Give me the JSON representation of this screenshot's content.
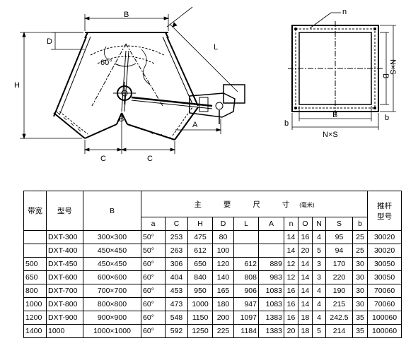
{
  "diagram_labels": {
    "dim_b_top": "B",
    "dim_d": "D",
    "dim_h": "H",
    "angle": "60°",
    "dim_l": "L",
    "dim_b_mid": "B",
    "dim_a": "A",
    "dim_c_left": "C",
    "dim_c_right": "C",
    "plan_n": "n",
    "plan_b_bottom": "B",
    "plan_b_right": "B",
    "plan_nxs_right": "N×S",
    "plan_b_small": "b",
    "plan_b_small_right": "b",
    "plan_nxs_bottom": "N×S"
  },
  "table": {
    "header": {
      "belt": "带宽",
      "model": "型号",
      "b": "B",
      "main_dims": "主 要 尺 寸",
      "unit": "(毫米)",
      "pusher_line1": "推杆",
      "pusher_line2": "型号"
    },
    "subheaders": [
      "a",
      "C",
      "H",
      "D",
      "L",
      "A",
      "n",
      "O",
      "N",
      "S",
      "b"
    ],
    "rows": [
      {
        "belt": "",
        "model": "DXT-300",
        "b": "300×300",
        "a": "50°",
        "c": "253",
        "h": "475",
        "d": "80",
        "l": "",
        "A": "",
        "n": "14",
        "o": "16",
        "N": "4",
        "s": "95",
        "bb": "25",
        "pusher": "30020"
      },
      {
        "belt": "",
        "model": "DXT-400",
        "b": "450×450",
        "a": "50°",
        "c": "263",
        "h": "612",
        "d": "100",
        "l": "",
        "A": "",
        "n": "14",
        "o": "20",
        "N": "5",
        "s": "94",
        "bb": "25",
        "pusher": "30020"
      },
      {
        "belt": "500",
        "model": "DXT-450",
        "b": "450×450",
        "a": "60°",
        "c": "306",
        "h": "650",
        "d": "120",
        "l": "612",
        "A": "889",
        "n": "12",
        "o": "14",
        "N": "3",
        "s": "170",
        "bb": "30",
        "pusher": "30050"
      },
      {
        "belt": "650",
        "model": "DXT-600",
        "b": "600×600",
        "a": "60°",
        "c": "404",
        "h": "840",
        "d": "140",
        "l": "808",
        "A": "983",
        "n": "12",
        "o": "14",
        "N": "3",
        "s": "220",
        "bb": "30",
        "pusher": "30050"
      },
      {
        "belt": "800",
        "model": "DXT-700",
        "b": "700×700",
        "a": "60°",
        "c": "453",
        "h": "950",
        "d": "165",
        "l": "906",
        "A": "1083",
        "n": "16",
        "o": "14",
        "N": "4",
        "s": "190",
        "bb": "30",
        "pusher": "70060"
      },
      {
        "belt": "1000",
        "model": "DXT-800",
        "b": "800×800",
        "a": "60°",
        "c": "473",
        "h": "1000",
        "d": "180",
        "l": "947",
        "A": "1083",
        "n": "16",
        "o": "14",
        "N": "4",
        "s": "215",
        "bb": "30",
        "pusher": "70060"
      },
      {
        "belt": "1200",
        "model": "DXT-900",
        "b": "900×900",
        "a": "60°",
        "c": "548",
        "h": "1150",
        "d": "200",
        "l": "1097",
        "A": "1383",
        "n": "16",
        "o": "18",
        "N": "4",
        "s": "242.5",
        "bb": "35",
        "pusher": "100060"
      },
      {
        "belt": "1400",
        "model": "1000",
        "b": "1000×1000",
        "a": "60°",
        "c": "592",
        "h": "1250",
        "d": "225",
        "l": "1184",
        "A": "1383",
        "n": "20",
        "o": "18",
        "N": "5",
        "s": "214",
        "bb": "35",
        "pusher": "100060"
      }
    ]
  }
}
